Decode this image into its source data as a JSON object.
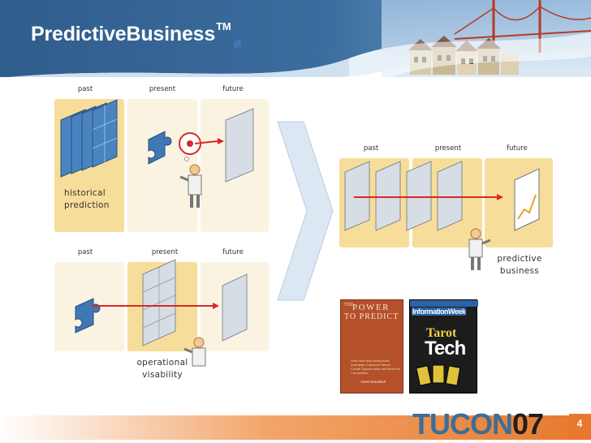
{
  "slide": {
    "title": "PredictiveBusiness",
    "title_mark": "TM",
    "page_number": "4"
  },
  "panel_historical": {
    "labels": [
      "past",
      "present",
      "future"
    ],
    "caption_line1": "historical",
    "caption_line2": "prediction"
  },
  "panel_operational": {
    "labels": [
      "past",
      "present",
      "future"
    ],
    "caption_line1": "operational",
    "caption_line2": "visability"
  },
  "panel_predictive": {
    "labels": [
      "past",
      "present",
      "future"
    ],
    "caption_line1": "predictive",
    "caption_line2": "business"
  },
  "book_power": {
    "line1": "THE",
    "line2": "POWER",
    "line3": "TO PREDICT",
    "blurb": "How Real-time Businesses Anticipate Customer Needs, Create Opportunities and Beat the Competition",
    "author": "Vivek Ranadivé"
  },
  "magazine": {
    "masthead": "InformationWeek",
    "headline1": "Tarot",
    "headline2": "Tech"
  },
  "footer": {
    "brand_part1": "TUCON",
    "brand_part2": "07"
  },
  "colors": {
    "header_blue": "#2e5c8a",
    "cell_gold": "#f7dd9a",
    "cell_light": "#fbf3e2",
    "arrow_red": "#d8282a",
    "puzzle_blue": "#3f78b4",
    "footer_orange": "#e7782d"
  }
}
